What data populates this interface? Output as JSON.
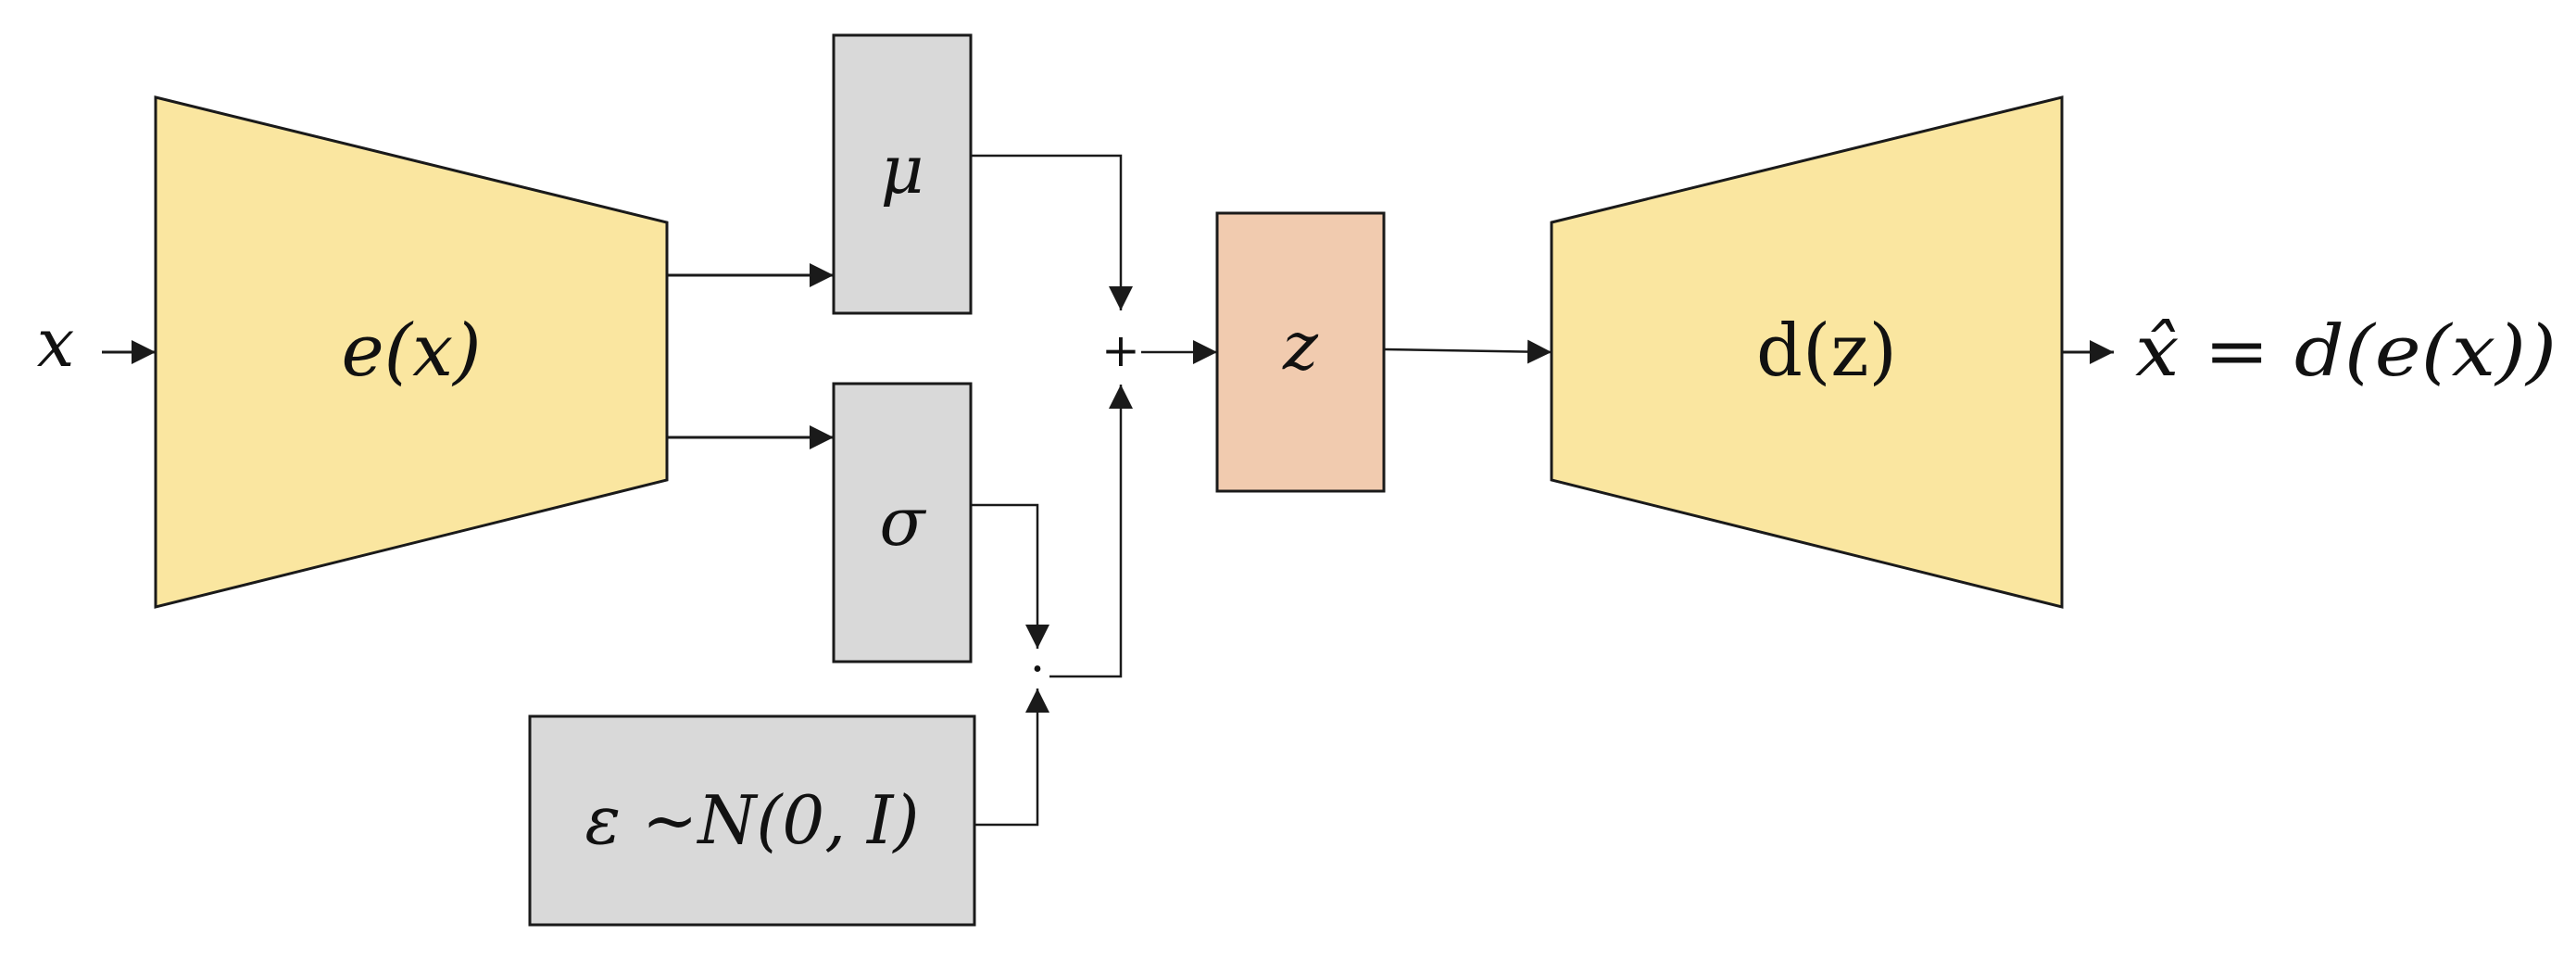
{
  "colors": {
    "encoder_fill": "#fae6a0",
    "decoder_fill": "#fae6a0",
    "param_box_fill": "#d9d9d9",
    "latent_fill": "#f1cbaf",
    "stroke": "#1a1a1a",
    "background": "#ffffff"
  },
  "input": {
    "label": "x"
  },
  "encoder": {
    "label": "e(x)"
  },
  "mu_box": {
    "label": "μ"
  },
  "sigma_box": {
    "label": "σ"
  },
  "noise_box": {
    "label": "ε ~N(0, I)"
  },
  "ops": {
    "plus": "+",
    "dot": "·"
  },
  "latent": {
    "label": "z"
  },
  "decoder": {
    "label": "d(z)"
  },
  "output": {
    "label": "x̂ = d(e(x))"
  }
}
